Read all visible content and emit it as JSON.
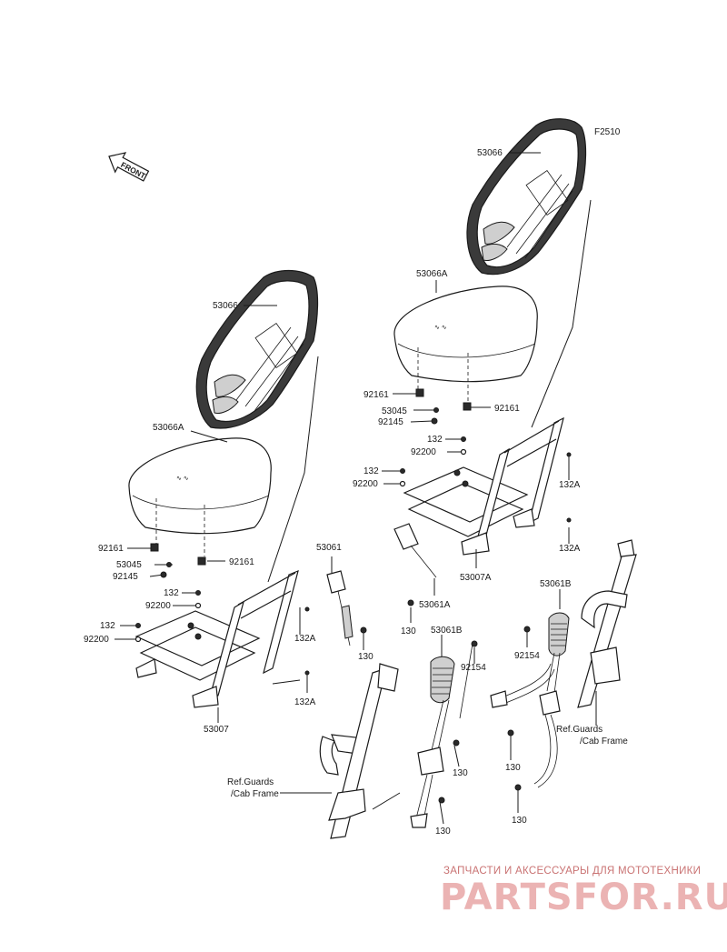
{
  "diagram_code": "F2510",
  "front_label": "FRONT",
  "watermark": {
    "line1": "ЗАПЧАСТИ И АКСЕССУАРЫ ДЛЯ МОТОТЕХНИКИ",
    "logo": "PARTSFOR.RU"
  },
  "labels": {
    "left_53066": "53066",
    "left_53066A": "53066A",
    "left_92161_a": "92161",
    "left_92161_b": "92161",
    "left_53045": "53045",
    "left_92145": "92145",
    "left_132_a": "132",
    "left_92200_a": "92200",
    "left_132_b": "132",
    "left_92200_b": "92200",
    "left_132A_a": "132A",
    "left_132A_b": "132A",
    "left_53007": "53007",
    "left_53061": "53061",
    "left_130": "130",
    "right_53066": "53066",
    "right_53066A": "53066A",
    "right_92161_a": "92161",
    "right_92161_b": "92161",
    "right_53045": "53045",
    "right_92145": "92145",
    "right_132_a": "132",
    "right_92200_a": "92200",
    "right_132_b": "132",
    "right_92200_b": "92200",
    "right_132A_a": "132A",
    "right_132A_b": "132A",
    "right_53007A": "53007A",
    "right_53061A": "53061A",
    "right_130_a": "130",
    "mid_53061B": "53061B",
    "mid_92154": "92154",
    "mid_130_a": "130",
    "mid_130_b": "130",
    "mid_ref_1": "Ref.Guards",
    "mid_ref_2": "/Cab Frame",
    "rr_53061B": "53061B",
    "rr_92154": "92154",
    "rr_130_a": "130",
    "rr_130_b": "130",
    "rr_ref_1": "Ref.Guards",
    "rr_ref_2": "/Cab Frame"
  }
}
